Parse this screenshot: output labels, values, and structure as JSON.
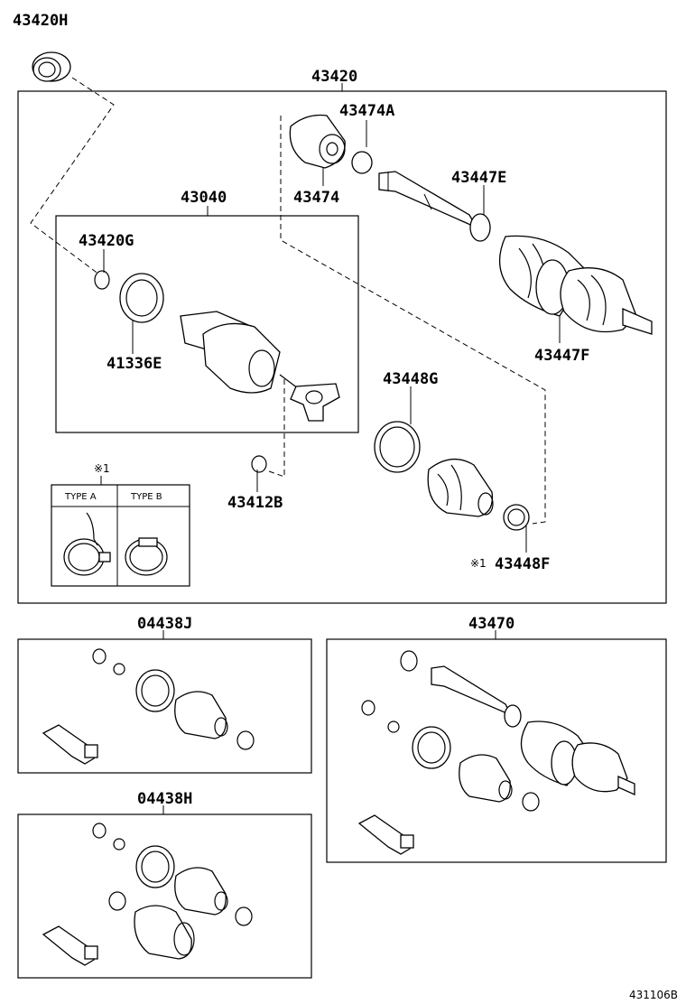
{
  "labels": {
    "p43420H": "43420H",
    "p43420": "43420",
    "p43474A": "43474A",
    "p43447E": "43447E",
    "p43474": "43474",
    "p43040": "43040",
    "p43420G": "43420G",
    "p41336E": "41336E",
    "p43447F": "43447F",
    "p43448G": "43448G",
    "p43412B": "43412B",
    "p43448F": "43448F",
    "note_mark_top": "※1",
    "note_mark_bottom": "※1",
    "type_a": "TYPE A",
    "type_b": "TYPE B",
    "p04438J": "04438J",
    "p43470": "43470",
    "p04438H": "04438H",
    "figure_id": "431106B"
  }
}
